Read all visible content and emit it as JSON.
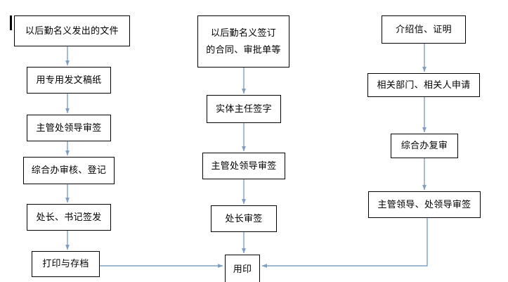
{
  "diagram": {
    "title_text_cursor": "|",
    "line_color": "#7f9fc4",
    "box_border_color": "#000000",
    "background_color": "#ffffff",
    "text_color": "#000000",
    "columns": [
      {
        "name": "documents-issued-column",
        "nodes": [
          {
            "id": "n1",
            "label": "以后勤名义发出的文件"
          },
          {
            "id": "n2",
            "label": "用专用发文稿纸"
          },
          {
            "id": "n3",
            "label": "主管处领导审签"
          },
          {
            "id": "n4",
            "label": "综合办审核、登记"
          },
          {
            "id": "n5",
            "label": "处长、书记签发"
          },
          {
            "id": "n6",
            "label": "打印与存档"
          }
        ]
      },
      {
        "name": "contracts-column",
        "nodes": [
          {
            "id": "m1",
            "label": "以后勤名义签订",
            "label2": "的合同、审批单等"
          },
          {
            "id": "m2",
            "label": "实体主任签字"
          },
          {
            "id": "m3",
            "label": "主管处领导审签"
          },
          {
            "id": "m4",
            "label": "处长审签"
          },
          {
            "id": "m5",
            "label": "用印"
          }
        ]
      },
      {
        "name": "referral-letters-column",
        "nodes": [
          {
            "id": "r1",
            "label": "介绍信、证明"
          },
          {
            "id": "r2",
            "label": "相关部门、相关人申请"
          },
          {
            "id": "r3",
            "label": "综合办复审"
          },
          {
            "id": "r4",
            "label": "主管领导、处领导审签"
          }
        ]
      }
    ]
  }
}
